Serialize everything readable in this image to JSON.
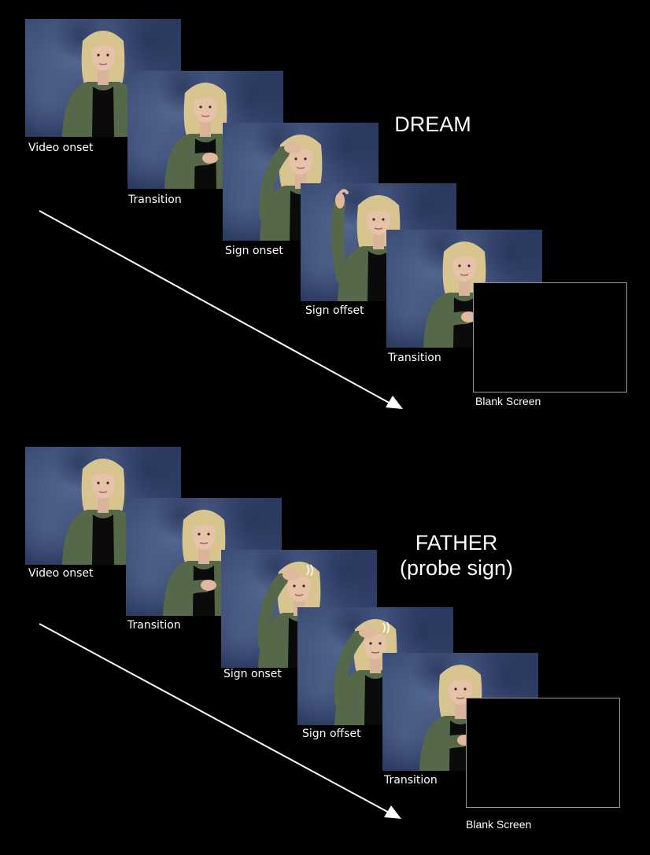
{
  "sequences": [
    {
      "word": "DREAM",
      "subtitle": "",
      "frames": [
        {
          "label": "Video onset",
          "pose": "rest"
        },
        {
          "label": "Transition",
          "pose": "hand-low"
        },
        {
          "label": "Sign onset",
          "pose": "hand-forehead"
        },
        {
          "label": "Sign offset",
          "pose": "hand-raised"
        },
        {
          "label": "Transition",
          "pose": "hand-low"
        }
      ],
      "blank_label": "Blank Screen"
    },
    {
      "word": "FATHER",
      "subtitle": "(probe sign)",
      "frames": [
        {
          "label": "Video onset",
          "pose": "rest"
        },
        {
          "label": "Transition",
          "pose": "hand-low"
        },
        {
          "label": "Sign onset",
          "pose": "hand-forehead-wiggle"
        },
        {
          "label": "Sign offset",
          "pose": "hand-forehead-wiggle"
        },
        {
          "label": "Transition",
          "pose": "hand-low"
        }
      ],
      "blank_label": "Blank Screen"
    }
  ],
  "colors": {
    "background": "#000000",
    "video_backdrop": "#3f5079",
    "cardigan": "#56684a",
    "hair": "#d8c48e",
    "arrow": "#ffffff",
    "blank_border": "#9a9a9a"
  }
}
